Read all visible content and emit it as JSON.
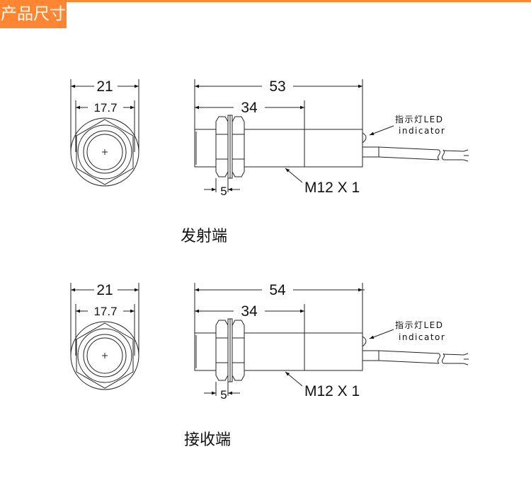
{
  "header": {
    "title": "产品尺寸",
    "accent": "#ff8533"
  },
  "sensors": [
    {
      "caption": "发射端",
      "diameter_outer": "21",
      "diameter_hex": "17.7",
      "length_total": "53",
      "length_thread": "34",
      "nut_width": "5",
      "thread": "M12 X 1",
      "led_label_cn": "指示灯LED",
      "led_label_en": "indicator"
    },
    {
      "caption": "接收端",
      "diameter_outer": "21",
      "diameter_hex": "17.7",
      "length_total": "54",
      "length_thread": "34",
      "nut_width": "5",
      "thread": "M12 X 1",
      "led_label_cn": "指示灯LED",
      "led_label_en": "indicator"
    }
  ]
}
